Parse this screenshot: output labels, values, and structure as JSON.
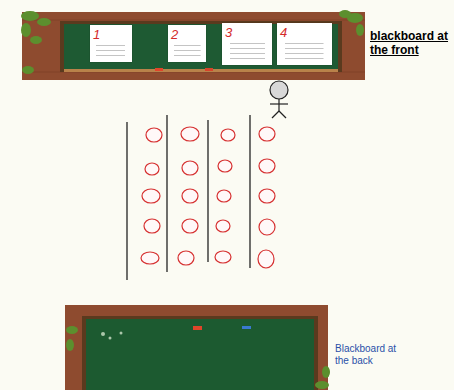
{
  "diagram": {
    "nodes": [
      {
        "text": [
          "1"
        ]
      },
      {
        "text": [
          "2"
        ]
      },
      {
        "text": [
          "3"
        ]
      },
      {
        "text": [
          "4"
        ]
      }
    ],
    "labels": [
      "blackboard at the front",
      "Blackboard at the back"
    ]
  }
}
